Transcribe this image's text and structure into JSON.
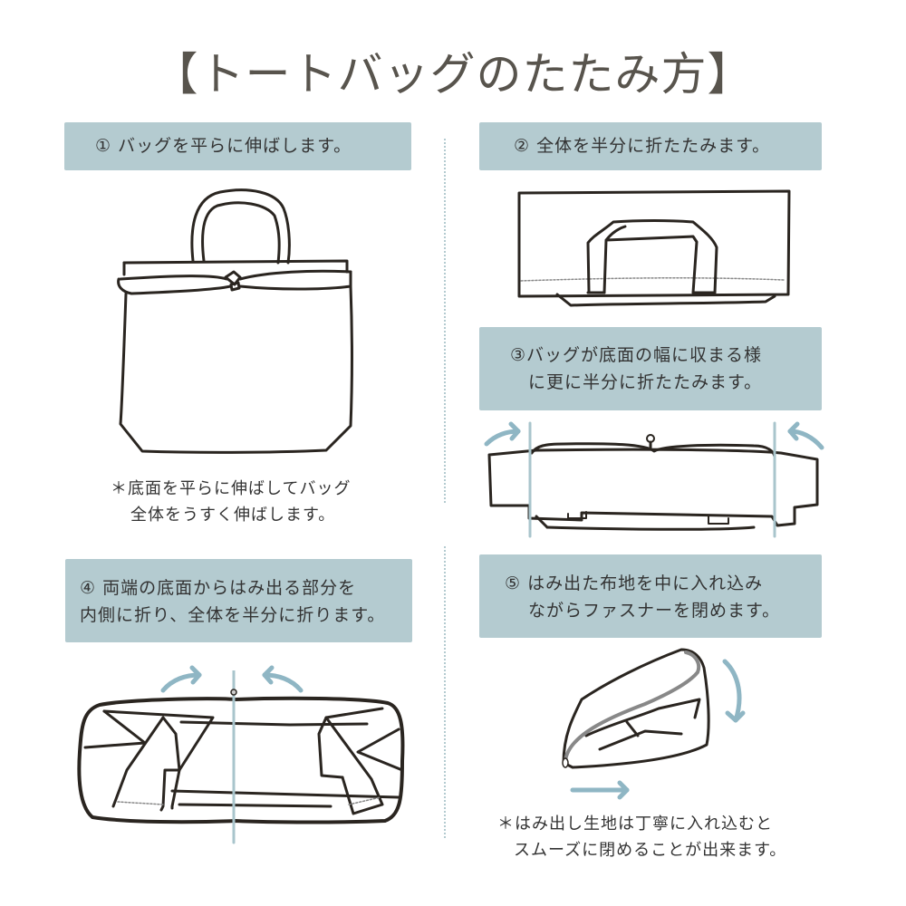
{
  "title": "【トートバッグのたたみ方】",
  "colors": {
    "title": "#58544d",
    "panel_bg": "#b4cbd0",
    "accent_arrow": "#8fb6c4",
    "line_art": "#2a2520",
    "divider": "#b4cbd0"
  },
  "steps": [
    {
      "number": "①",
      "lines": [
        "① バッグを平らに伸ばします。"
      ],
      "illustration": "flat-tote-bag"
    },
    {
      "number": "②",
      "lines": [
        "② 全体を半分に折たたみます。"
      ],
      "illustration": "bag-folded-in-half"
    },
    {
      "number": "③",
      "lines": [
        "③バッグが底面の幅に収まる様",
        "に更に半分に折たたみます。"
      ],
      "illustration": "bag-folded-to-base-width"
    },
    {
      "number": "④",
      "lines": [
        "④ 両端の底面からはみ出る部分を",
        "内側に折り、全体を半分に折ります。"
      ],
      "illustration": "sides-folded-inward"
    },
    {
      "number": "⑤",
      "lines": [
        "⑤ はみ出た布地を中に入れ込み",
        "ながらファスナーを閉めます。"
      ],
      "illustration": "zipper-closing-pouch"
    }
  ],
  "notes": [
    {
      "lines": [
        "＊底面を平らに伸ばしてバッグ",
        "全体をうすく伸ばします。"
      ]
    },
    {
      "lines": [
        "＊はみ出し生地は丁寧に入れ込むと",
        "スムーズに閉めることが出来ます。"
      ]
    }
  ]
}
